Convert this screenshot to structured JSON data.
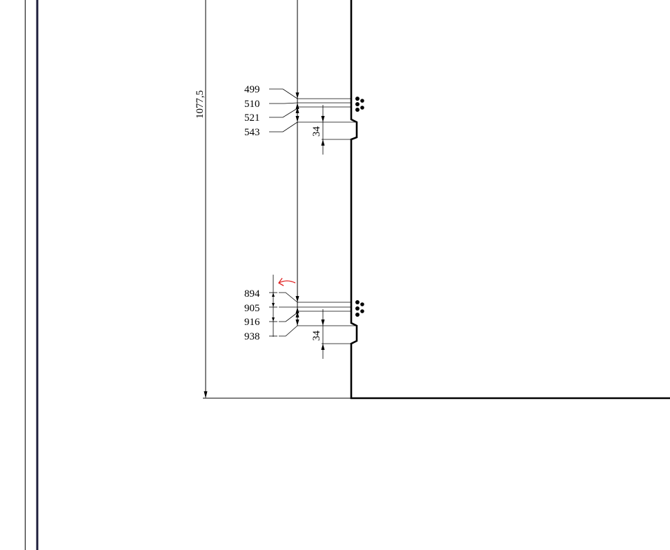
{
  "drawing": {
    "overall_dimension": "1077,5",
    "upper_group": {
      "labels": [
        "499",
        "510",
        "521",
        "543"
      ],
      "slot_dimension": "34"
    },
    "lower_group": {
      "labels": [
        "894",
        "905",
        "916",
        "938"
      ],
      "slot_dimension": "34"
    },
    "colors": {
      "line": "#000000",
      "annotation": "#e02020",
      "frame_inner": "#2a2a4a"
    },
    "annotation_icon": "red-arrow-left-icon"
  }
}
